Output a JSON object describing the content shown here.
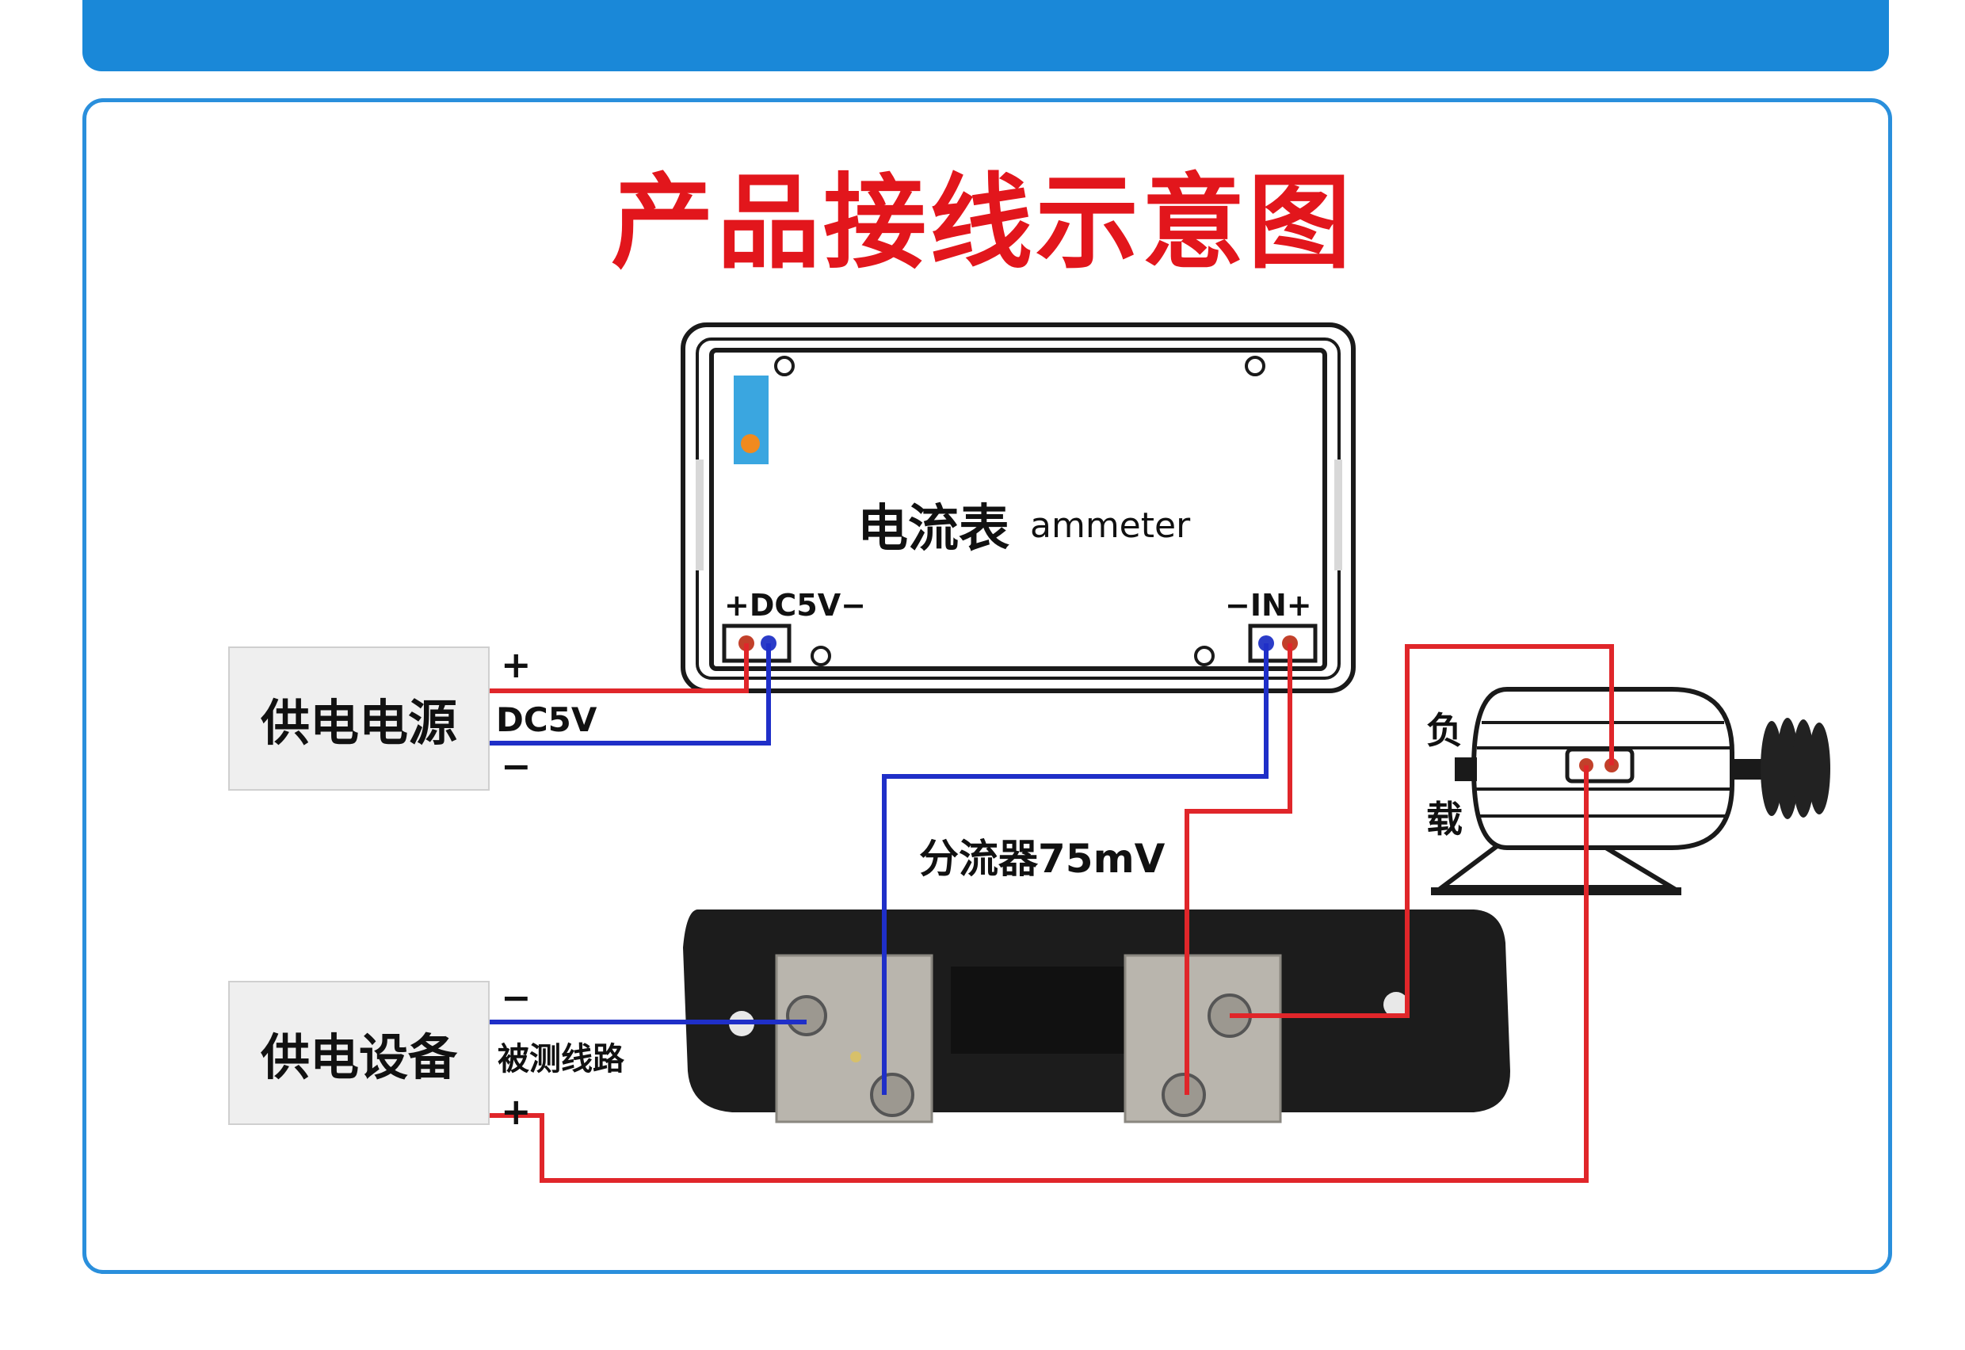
{
  "title": "产品接线示意图",
  "ammeter": {
    "label_cn": "电流表",
    "label_en": "ammeter",
    "power_port": "+DC5V−",
    "input_port": "−IN+"
  },
  "power_supply": {
    "label": "供电电源",
    "plus": "+",
    "voltage": "DC5V",
    "minus": "−"
  },
  "device": {
    "label": "供电设备",
    "minus": "−",
    "line": "被测线路",
    "plus": "+"
  },
  "shunt": {
    "label": "分流器75mV"
  },
  "load": {
    "char1": "负",
    "char2": "载"
  },
  "colors": {
    "positive_wire": "#e0262a",
    "negative_wire": "#1f2fc8",
    "title": "#e2161c",
    "frame": "#2a8fdc"
  }
}
